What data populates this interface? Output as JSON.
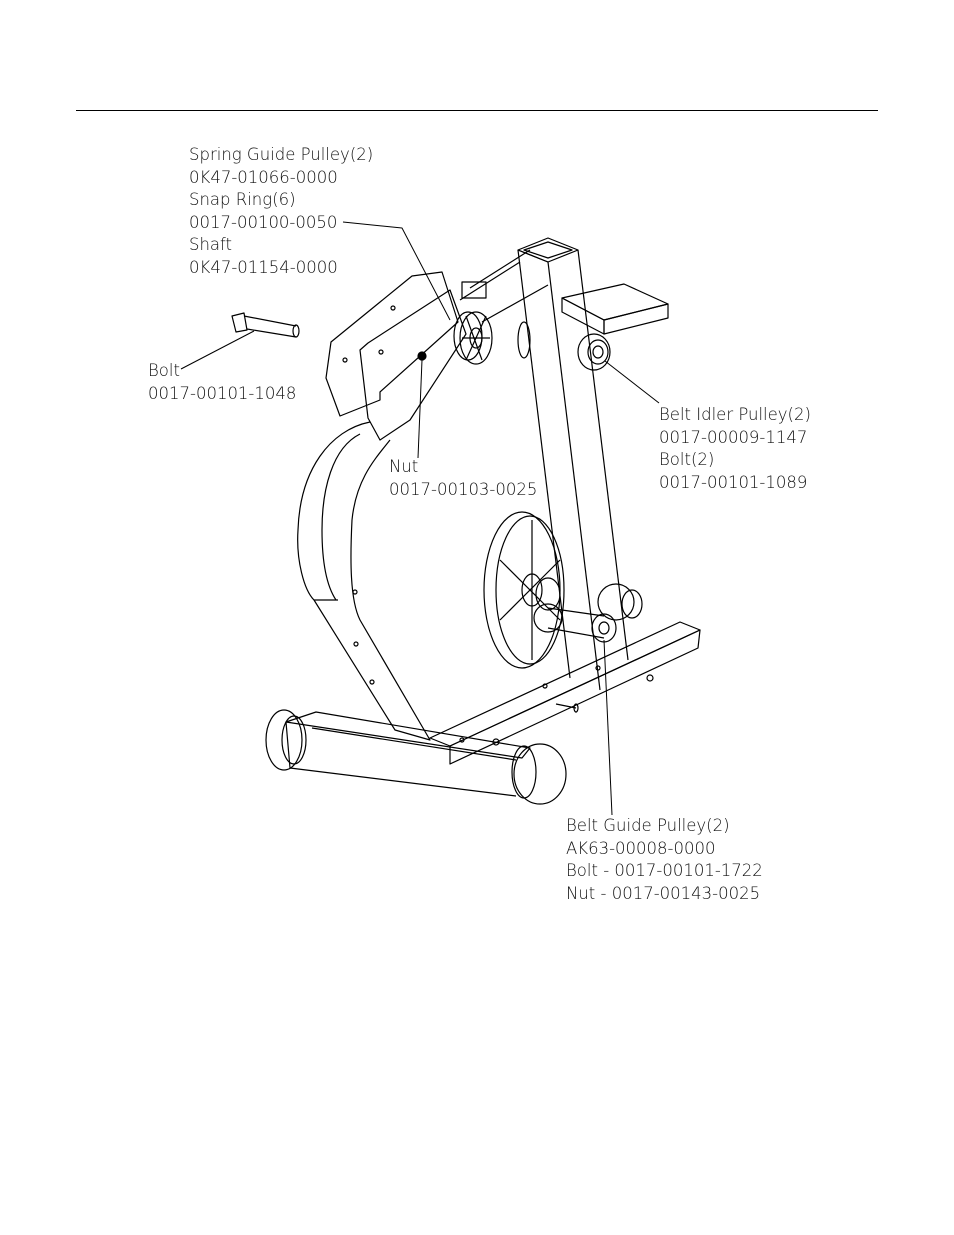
{
  "callouts": {
    "spring_guide": [
      "Spring Guide Pulley(2)",
      "0K47-01066-0000",
      "Snap Ring(6)",
      "0017-00100-0050",
      "Shaft",
      "0K47-01154-0000"
    ],
    "bolt": [
      "Bolt",
      "0017-00101-1048"
    ],
    "belt_idler": [
      "Belt Idler Pulley(2)",
      "0017-00009-1147",
      "Bolt(2)",
      "0017-00101-1089"
    ],
    "nut": [
      "Nut",
      "0017-00103-0025"
    ],
    "belt_guide": [
      "Belt Guide Pulley(2)",
      "AK63-00008-0000",
      "Bolt - 0017-00101-1722",
      "Nut - 0017-00143-0025"
    ]
  }
}
